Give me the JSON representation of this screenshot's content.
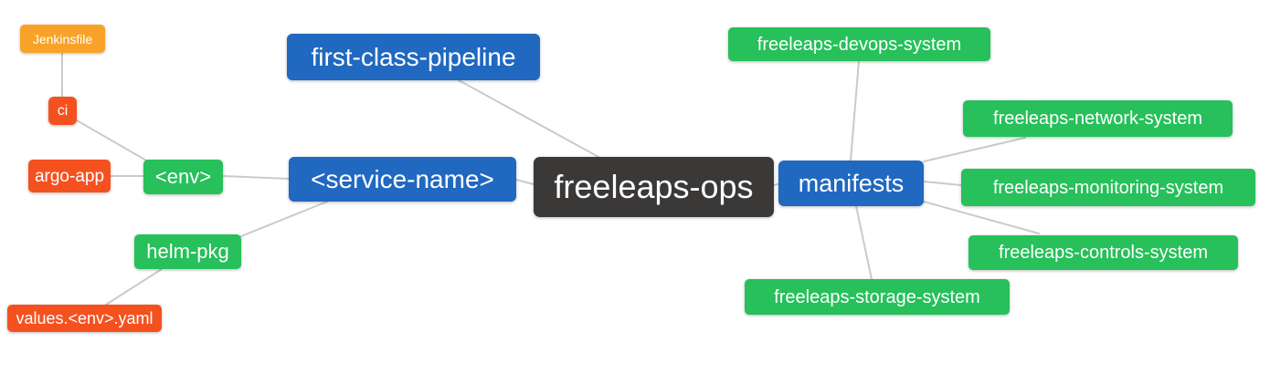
{
  "diagram_type": "mindmap",
  "root": "freeleaps-ops",
  "colors": {
    "root_bg": "#3b3838",
    "branch_bg": "#2068c0",
    "green_bg": "#27c05b",
    "red_bg": "#f5511f",
    "orange_bg": "#f8a327",
    "edge": "#cacaca",
    "text": "#ffffff",
    "background": "#ffffff"
  },
  "nodes": {
    "jenkinsfile": {
      "label": "Jenkinsfile",
      "color": "#f8a327"
    },
    "ci": {
      "label": "ci",
      "color": "#f5511f"
    },
    "argo_app": {
      "label": "argo-app",
      "color": "#f5511f"
    },
    "env": {
      "label": "<env>",
      "color": "#27c05b"
    },
    "helm_pkg": {
      "label": "helm-pkg",
      "color": "#27c05b"
    },
    "values_yaml": {
      "label": "values.<env>.yaml",
      "color": "#f5511f"
    },
    "first_class_pipeline": {
      "label": "first-class-pipeline",
      "color": "#2068c0"
    },
    "service_name": {
      "label": "<service-name>",
      "color": "#2068c0"
    },
    "freeleaps_ops": {
      "label": "freeleaps-ops",
      "color": "#3b3838"
    },
    "manifests": {
      "label": "manifests",
      "color": "#2068c0"
    },
    "devops_system": {
      "label": "freeleaps-devops-system",
      "color": "#27c05b"
    },
    "network_system": {
      "label": "freeleaps-network-system",
      "color": "#27c05b"
    },
    "monitoring_system": {
      "label": "freeleaps-monitoring-system",
      "color": "#27c05b"
    },
    "controls_system": {
      "label": "freeleaps-controls-system",
      "color": "#27c05b"
    },
    "storage_system": {
      "label": "freeleaps-storage-system",
      "color": "#27c05b"
    }
  },
  "edges": [
    {
      "from": "Jenkinsfile",
      "to": "ci"
    },
    {
      "from": "ci",
      "to": "<env>"
    },
    {
      "from": "argo-app",
      "to": "<env>"
    },
    {
      "from": "<env>",
      "to": "<service-name>"
    },
    {
      "from": "helm-pkg",
      "to": "<service-name>"
    },
    {
      "from": "values.<env>.yaml",
      "to": "helm-pkg"
    },
    {
      "from": "first-class-pipeline",
      "to": "freeleaps-ops"
    },
    {
      "from": "<service-name>",
      "to": "freeleaps-ops"
    },
    {
      "from": "freeleaps-ops",
      "to": "manifests"
    },
    {
      "from": "manifests",
      "to": "freeleaps-devops-system"
    },
    {
      "from": "manifests",
      "to": "freeleaps-network-system"
    },
    {
      "from": "manifests",
      "to": "freeleaps-monitoring-system"
    },
    {
      "from": "manifests",
      "to": "freeleaps-controls-system"
    },
    {
      "from": "manifests",
      "to": "freeleaps-storage-system"
    }
  ]
}
